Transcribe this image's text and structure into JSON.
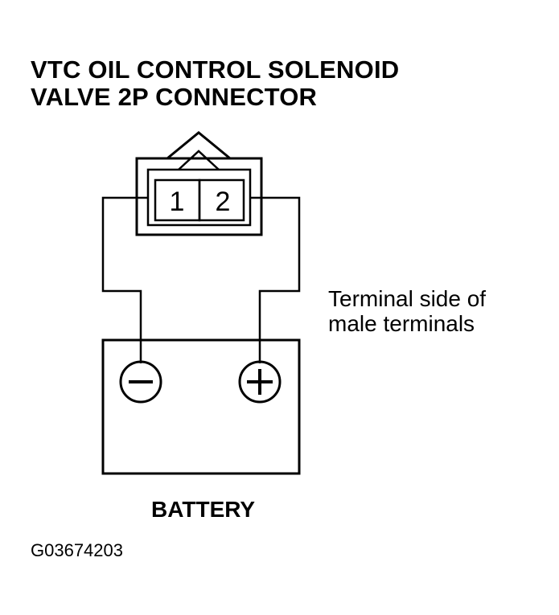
{
  "title": {
    "line1": "VTC OIL CONTROL SOLENOID",
    "line2": "VALVE 2P CONNECTOR"
  },
  "connector": {
    "pin1": "1",
    "pin2": "2"
  },
  "note": {
    "line1": "Terminal side of",
    "line2": "male terminals"
  },
  "battery": {
    "label": "BATTERY",
    "negative_symbol": "minus-icon",
    "positive_symbol": "plus-icon"
  },
  "figure_id": "G03674203"
}
